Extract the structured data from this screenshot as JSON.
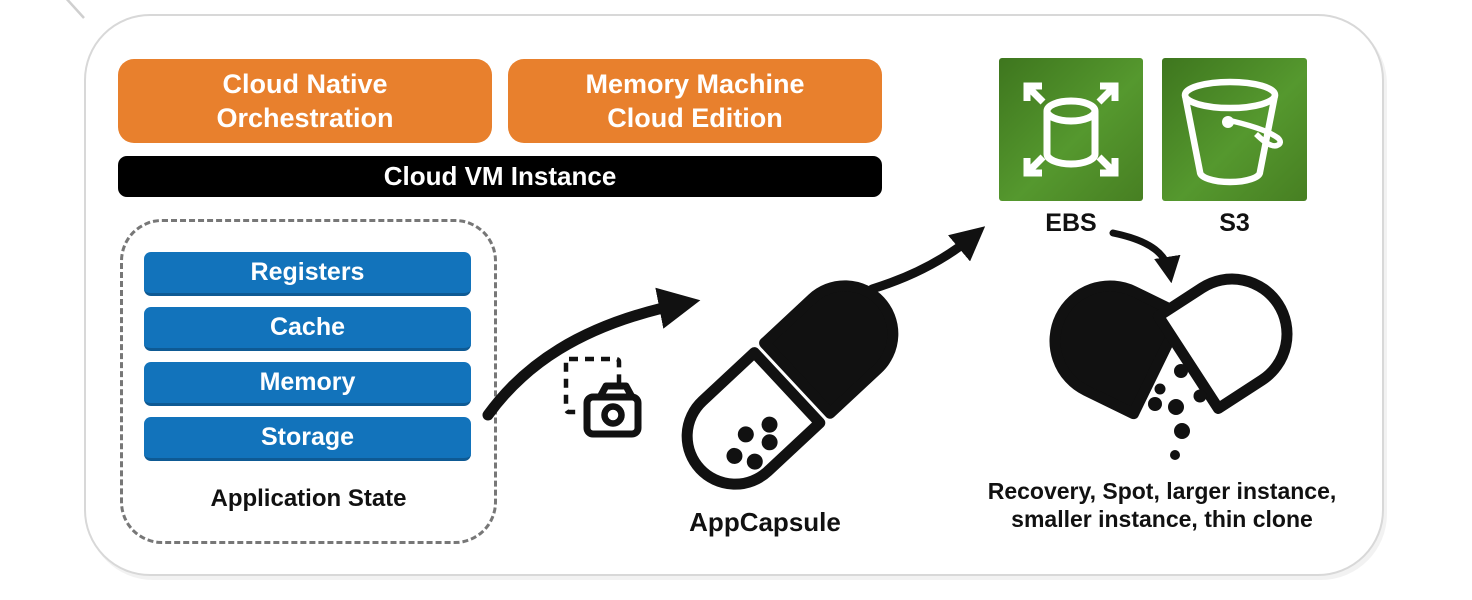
{
  "colors": {
    "orange": "#E8802D",
    "blue": "#1273BB",
    "blue_edge": "#0E5A94",
    "bar_black": "#000000",
    "green_dark": "#3E761E",
    "green_light": "#55982E",
    "green_mid": "#477F22",
    "dash": "#777777",
    "frame": "#D8D8D8",
    "ink": "#111111",
    "bg": "#FFFFFF"
  },
  "banners": [
    {
      "label": "Cloud Native\nOrchestration"
    },
    {
      "label": "Memory Machine\nCloud Edition"
    }
  ],
  "vm_instance": {
    "label": "Cloud VM Instance"
  },
  "application_state": {
    "title": "Application State",
    "layers": [
      "Registers",
      "Cache",
      "Memory",
      "Storage"
    ]
  },
  "appcapsule": {
    "label": "AppCapsule"
  },
  "storage_targets": {
    "ebs_label": "EBS",
    "s3_label": "S3"
  },
  "outcomes": {
    "label": "Recovery, Spot, larger instance,\nsmaller instance, thin clone"
  },
  "icons": [
    "snapshot-camera-icon",
    "appcapsule-pill-icon",
    "ebs-expand-volume-icon",
    "s3-bucket-icon",
    "open-capsule-spill-icon"
  ]
}
